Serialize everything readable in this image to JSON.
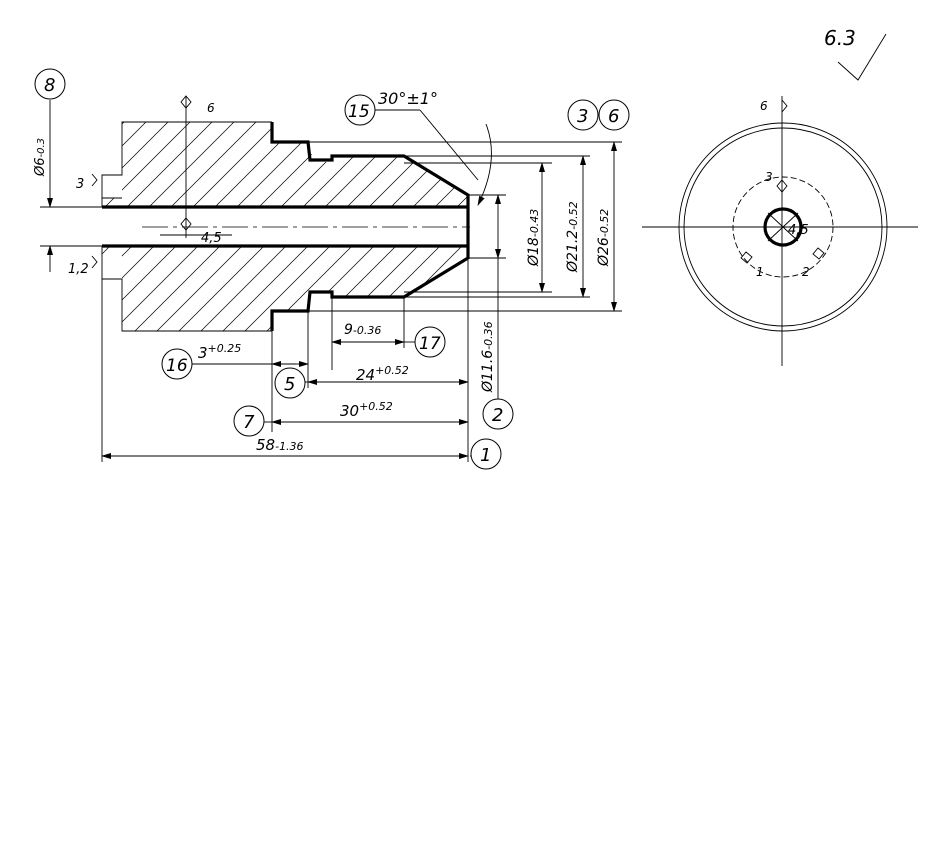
{
  "surface_finish": "6.3",
  "balloons": {
    "b1": "1",
    "b2": "2",
    "b3": "3",
    "b5": "5",
    "b6": "6",
    "b7": "7",
    "b8": "8",
    "b15": "15",
    "b16": "16",
    "b17": "17"
  },
  "dimensions": {
    "d_bore": "Ø6",
    "d_bore_tol": "-0.3",
    "d_inner": "Ø11.6",
    "d_inner_tol": "-0.36",
    "d_18": "Ø18",
    "d_18_tol": "-0.43",
    "d_21": "Ø21.2",
    "d_21_tol": "-0.52",
    "d_26": "Ø26",
    "d_26_tol": "-0.52",
    "len_3": "3",
    "len_3_tol": "+0.25",
    "len_9": "9",
    "len_9_tol": "-0.36",
    "len_24": "24",
    "len_24_tol": "+0.52",
    "len_30": "30",
    "len_30_tol": "+0.52",
    "len_58": "58",
    "len_58_tol": "-1.36",
    "angle": "30°±1°"
  },
  "datums": {
    "top_6": "6",
    "left_3": "3",
    "left_12": "1,2",
    "center_45": "4,5",
    "end_6": "6",
    "end_3": "3",
    "end_45": "4,5",
    "end_1": "1",
    "end_2": "2"
  }
}
